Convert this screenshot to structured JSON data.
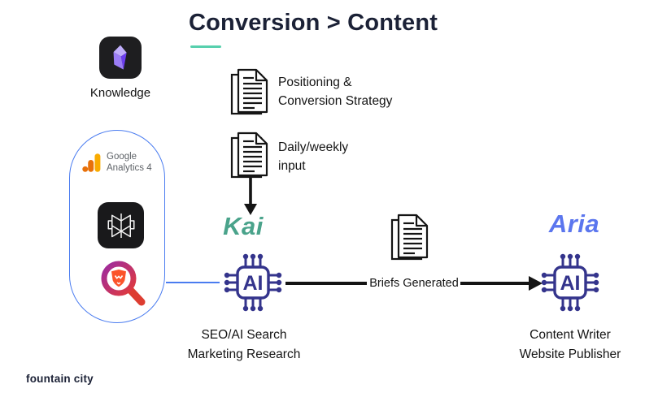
{
  "page": {
    "background": "#ffffff"
  },
  "title": {
    "text": "Conversion > Content",
    "color": "#1b2136",
    "underline_color": "#57d0ad"
  },
  "knowledge": {
    "label": "Knowledge",
    "icon": "obsidian-gem-icon"
  },
  "sources_panel": {
    "border_color": "#4a7cf0",
    "items": [
      {
        "name": "google-analytics-4",
        "label": "Google\nAnalytics 4"
      },
      {
        "name": "perplexity",
        "label": ""
      },
      {
        "name": "brave-search",
        "label": ""
      }
    ]
  },
  "inputs": [
    {
      "icon": "documents-icon",
      "label": "Positioning &\nConversion Strategy"
    },
    {
      "icon": "documents-icon",
      "label": "Daily/weekly\ninput"
    }
  ],
  "agents": [
    {
      "name": "Kai",
      "name_color": "#4aa38b",
      "icon": "ai-chip-icon",
      "role": "SEO/AI Search\nMarketing Research"
    },
    {
      "name": "Aria",
      "name_color": "#5b76ee",
      "icon": "ai-chip-icon",
      "role": "Content Writer\nWebsite Publisher"
    }
  ],
  "flow": {
    "briefs_label": "Briefs Generated",
    "docs_icon": "documents-icon",
    "arrow_color": "#141414",
    "blue_connector_color": "#4a7cf0"
  },
  "footer": {
    "brand": "fountain city"
  },
  "colors": {
    "chip": "#34348c",
    "ga_amber": "#f9ab00",
    "ga_orange": "#e8710a",
    "brave_purple": "#9c2aa0",
    "brave_red": "#e23a3a",
    "lion_orange": "#fb542b",
    "obsidian_purple": "#8a6ef5"
  }
}
